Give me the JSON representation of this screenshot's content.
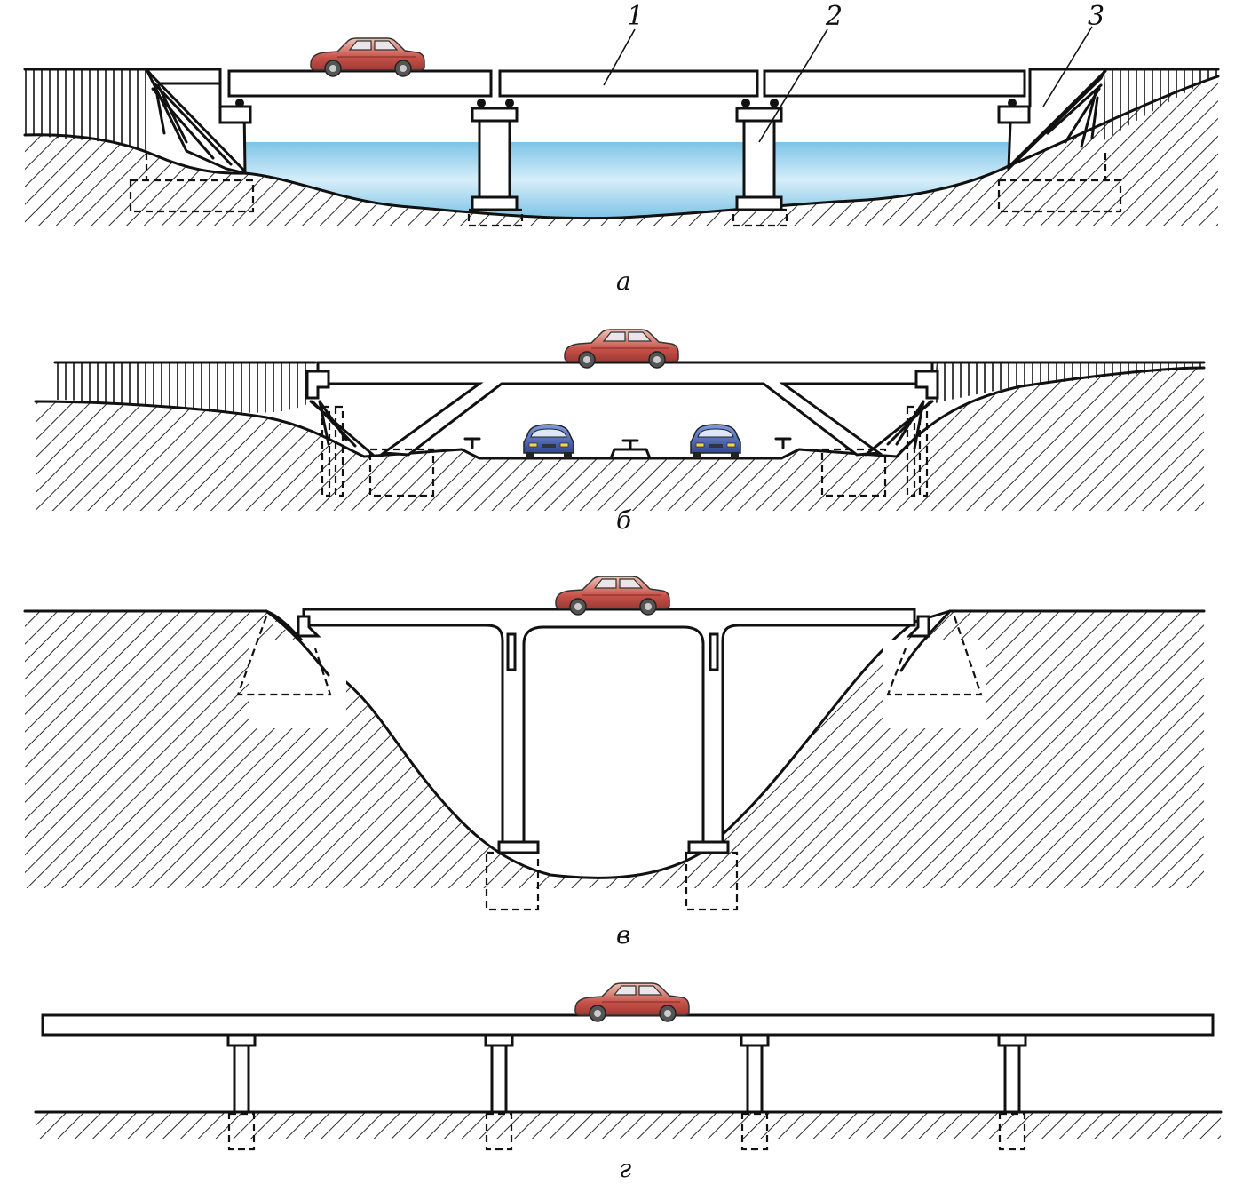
{
  "figure": {
    "callouts": [
      "1",
      "2",
      "3"
    ],
    "panel_labels": [
      "а",
      "б",
      "в",
      "г"
    ]
  },
  "panels": [
    {
      "label": "а",
      "items": [
        "car",
        "deck-spans",
        "piers",
        "abutments",
        "water",
        "foundations"
      ]
    },
    {
      "label": "б",
      "items": [
        "car",
        "frame-deck",
        "inclined-struts",
        "road-below",
        "two-cars-front-view",
        "foundations"
      ]
    },
    {
      "label": "в",
      "items": [
        "car",
        "frame-deck",
        "columns",
        "ravine",
        "foundations"
      ]
    },
    {
      "label": "г",
      "items": [
        "car",
        "deck",
        "columns",
        "ground",
        "foundations"
      ]
    }
  ],
  "colors": {
    "water": "#7cc3e6",
    "water_light": "#d6eef9",
    "car_red": "#c8524a",
    "car_blue": "#3f5db0",
    "line": "#111111"
  }
}
